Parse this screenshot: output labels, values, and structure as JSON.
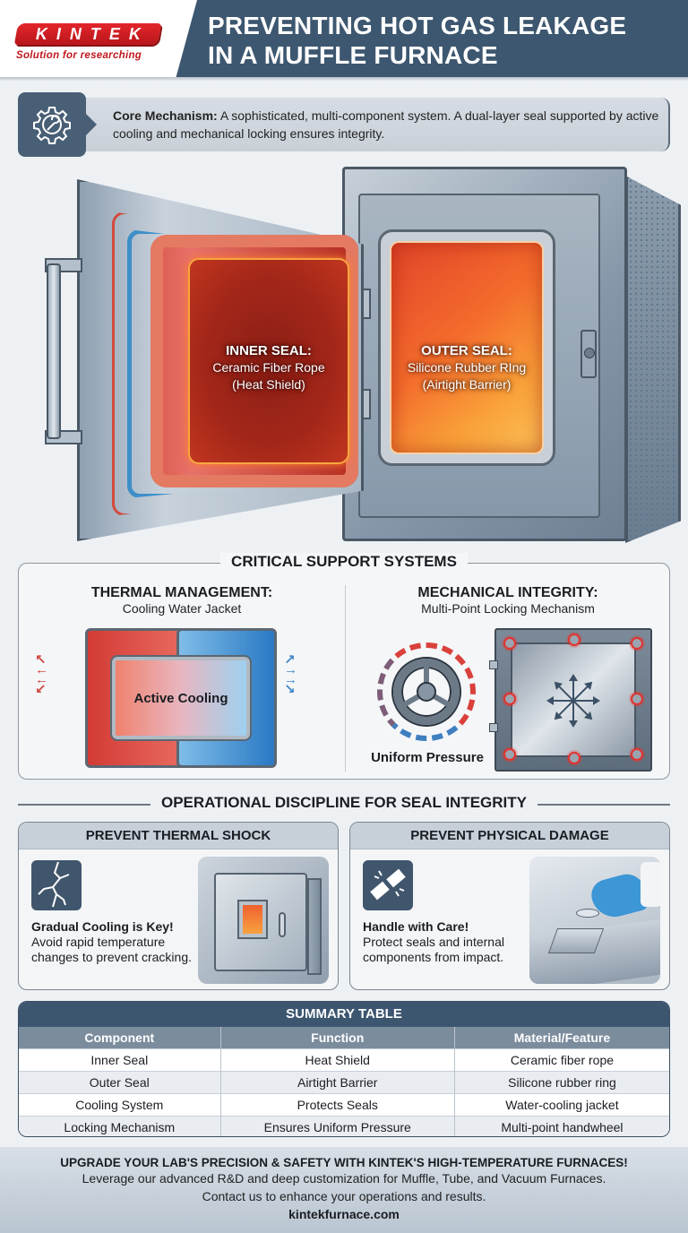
{
  "header": {
    "logo_text": "KINTEK",
    "logo_tagline": "Solution for researching",
    "title_line1": "PREVENTING HOT GAS LEAKAGE",
    "title_line2": "IN A MUFFLE FURNACE",
    "band_color": "#3d5770",
    "logo_color": "#d81e24"
  },
  "core": {
    "icon": "gear-wrench-icon",
    "label": "Core Mechanism:",
    "text": " A sophisticated, multi-component system. A dual-layer seal supported by active cooling and mechanical locking ensures integrity."
  },
  "illustration": {
    "inner_seal": {
      "title": "INNER SEAL:",
      "line1": "Ceramic Fiber Rope",
      "line2": "(Heat Shield)"
    },
    "outer_seal": {
      "title": "OUTER SEAL:",
      "line1": "Silicone Rubber RIng",
      "line2": "(Airtight Barrier)"
    }
  },
  "support": {
    "title": "CRITICAL SUPPORT SYSTEMS",
    "thermal": {
      "title": "THERMAL MANAGEMENT:",
      "subtitle": "Cooling Water Jacket",
      "center_label": "Active Cooling"
    },
    "mechanical": {
      "title": "MECHANICAL INTEGRITY:",
      "subtitle": "Multi-Point Locking Mechanism",
      "wheel_label": "Uniform Pressure"
    }
  },
  "operational": {
    "title": "OPERATIONAL DISCIPLINE FOR SEAL INTEGRITY",
    "cards": [
      {
        "header": "PREVENT THERMAL SHOCK",
        "icon": "crack-icon",
        "bold": "Gradual Cooling is Key!",
        "text": "Avoid rapid temperature changes to prevent cracking."
      },
      {
        "header": "PREVENT PHYSICAL DAMAGE",
        "icon": "broken-part-icon",
        "bold": "Handle with Care!",
        "text": "Protect seals and internal components from impact."
      }
    ]
  },
  "summary_table": {
    "title": "SUMMARY TABLE",
    "columns": [
      "Component",
      "Function",
      "Material/Feature"
    ],
    "rows": [
      [
        "Inner Seal",
        "Heat Shield",
        "Ceramic fiber rope"
      ],
      [
        "Outer Seal",
        "Airtight Barrier",
        "Silicone rubber ring"
      ],
      [
        "Cooling System",
        "Protects Seals",
        "Water-cooling jacket"
      ],
      [
        "Locking Mechanism",
        "Ensures Uniform Pressure",
        "Multi-point handwheel"
      ]
    ]
  },
  "footer": {
    "headline": "UPGRADE YOUR LAB'S PRECISION & SAFETY WITH KINTEK'S HIGH-TEMPERATURE FURNACES!",
    "line1": "Leverage our advanced R&D and deep customization for Muffle, Tube, and Vacuum Furnaces.",
    "line2": "Contact us to enhance your operations and results.",
    "url": "kintekfurnace.com"
  }
}
